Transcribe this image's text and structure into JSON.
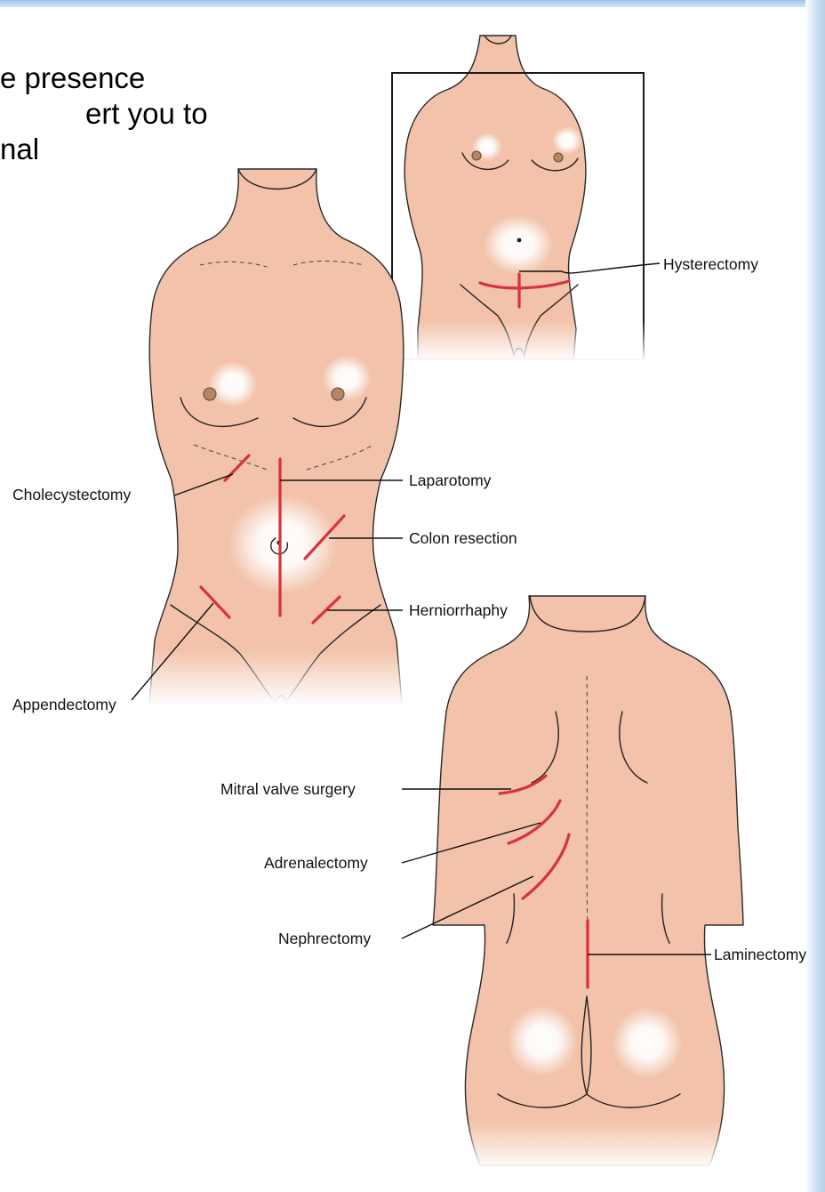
{
  "slide": {
    "text_lines": [
      "e presence",
      "ert you to",
      "nal"
    ]
  },
  "labels": {
    "hysterectomy": "Hysterectomy",
    "cholecystectomy": "Cholecystectomy",
    "laparotomy": "Laparotomy",
    "colon_resection": "Colon resection",
    "herniorrhaphy": "Herniorrhaphy",
    "appendectomy": "Appendectomy",
    "mitral_valve_surgery": "Mitral valve surgery",
    "adrenalectomy": "Adrenalectomy",
    "nephrectomy": "Nephrectomy",
    "laminectomy": "Laminectomy"
  },
  "colors": {
    "skin": "#f2c2aa",
    "incision": "#d8323a",
    "accent_bar": "#9fc3ea"
  }
}
